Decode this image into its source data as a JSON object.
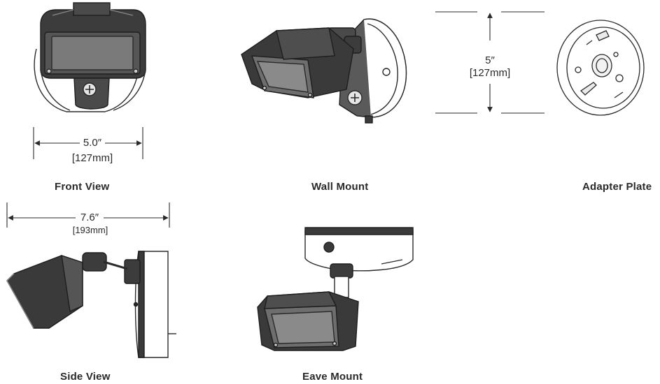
{
  "views": {
    "front": {
      "caption": "Front View",
      "dimension": "5.0″",
      "metric": "[127mm]"
    },
    "wall": {
      "caption": "Wall Mount"
    },
    "height": {
      "dimension": "5″",
      "metric": "[127mm]"
    },
    "adapter": {
      "caption": "Adapter Plate"
    },
    "side": {
      "caption": "Side View",
      "dimension": "7.6″",
      "metric": "[193mm]"
    },
    "eave": {
      "caption": "Eave Mount"
    }
  },
  "colors": {
    "ink": "#2a2a2a",
    "body": "#3c3c3c",
    "lens": "#6e6e6e",
    "bg": "#ffffff"
  }
}
